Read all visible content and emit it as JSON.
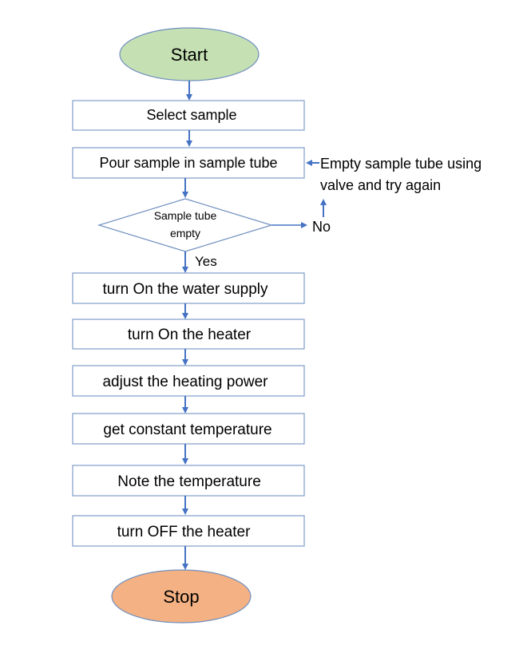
{
  "colors": {
    "start_fill": "#c5e0b3",
    "stop_fill": "#f4b183",
    "stroke": "#6f8fbf",
    "arrow": "#4472c4",
    "box_stroke": "#7f9cc7"
  },
  "nodes": {
    "start": "Start",
    "select_sample": "Select sample",
    "pour_sample": "Pour sample in sample tube",
    "decision_line1": "Sample tube",
    "decision_line2": "empty",
    "water_supply": "turn On the water supply",
    "heater_on": "turn On the heater",
    "adjust_power": "adjust the heating power",
    "constant_temp": "get constant temperature",
    "note_temp": "Note the temperature",
    "heater_off": "turn OFF the heater",
    "stop": "Stop"
  },
  "labels": {
    "yes": "Yes",
    "no": "No",
    "retry_line1": "Empty sample tube using",
    "retry_line2": "valve and try again"
  }
}
